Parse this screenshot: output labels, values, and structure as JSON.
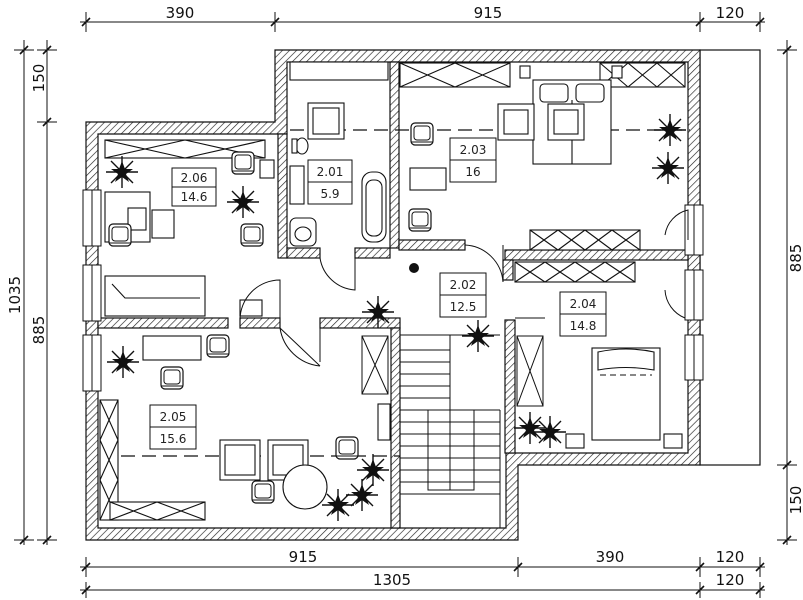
{
  "dimensions": {
    "top": [
      "390",
      "915",
      "120"
    ],
    "bottom_inner": [
      "915",
      "390",
      "120"
    ],
    "bottom_outer": [
      "1305",
      "120"
    ],
    "left": [
      "150",
      "1035",
      "885"
    ],
    "right": [
      "885",
      "150"
    ]
  },
  "rooms": [
    {
      "number": "2.01",
      "area": "5.9"
    },
    {
      "number": "2.02",
      "area": "12.5"
    },
    {
      "number": "2.03",
      "area": "16"
    },
    {
      "number": "2.04",
      "area": "14.8"
    },
    {
      "number": "2.05",
      "area": "15.6"
    },
    {
      "number": "2.06",
      "area": "14.6"
    }
  ]
}
